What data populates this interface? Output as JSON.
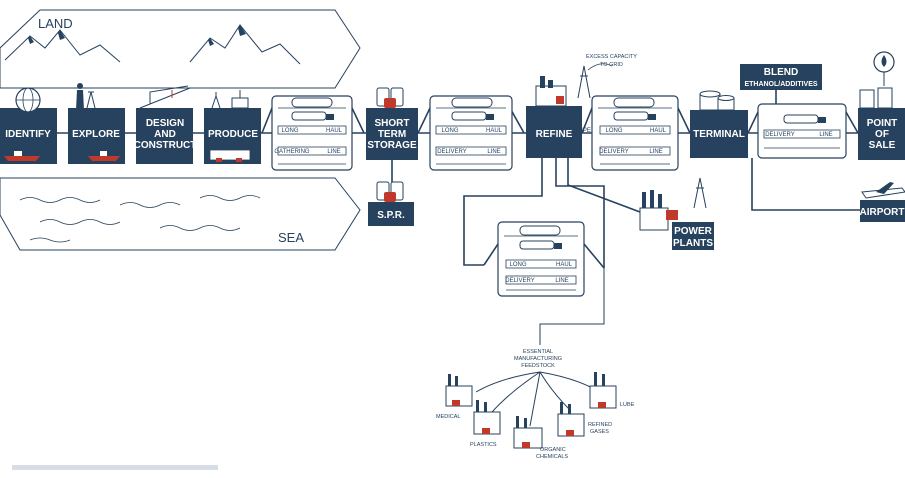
{
  "zones": {
    "land": "LAND",
    "sea": "SEA"
  },
  "stages": {
    "identify": "IDENTIFY",
    "explore": "EXPLORE",
    "design": [
      "DESIGN",
      "AND",
      "CONSTRUCT"
    ],
    "produce": "PRODUCE",
    "short_term_storage": [
      "SHORT",
      "TERM",
      "STORAGE"
    ],
    "spr": "S.P.R.",
    "refine": "REFINE",
    "terminal": "TERMINAL",
    "point_of_sale": [
      "POINT",
      "OF",
      "SALE"
    ],
    "airport": "AIRPORT",
    "power_plants": [
      "POWER",
      "PLANTS"
    ],
    "blend": [
      "BLEND",
      "ETHANOL/ADDITIVES"
    ]
  },
  "transport": {
    "long": "LONG",
    "haul": "HAUL",
    "gathering": "GATHERING",
    "delivery": "DELIVERY",
    "line": "LINE",
    "pipe": "PIPE"
  },
  "annotations": {
    "excess_capacity": [
      "EXCESS CAPACITY",
      "TO GRID"
    ],
    "feedstock": [
      "ESSENTIAL",
      "MANUFACTURING",
      "FEEDSTOCK"
    ],
    "medical": "MEDICAL",
    "plastics": "PLASTICS",
    "organic_chemicals": [
      "ORGANIC",
      "CHEMICALS"
    ],
    "refined_gases": [
      "REFINED",
      "GASES"
    ],
    "lube": "LUBE"
  },
  "colors": {
    "navy": "#27425e",
    "accent_red": "#c0392b"
  },
  "icons": [
    "globe-icon",
    "surveyor-icon",
    "crane-icon",
    "oil-rig-icon",
    "oil-drum-icon",
    "tanker-truck-icon",
    "rail-tanker-icon",
    "refinery-icon",
    "storage-tank-icon",
    "fuel-pump-icon",
    "airplane-icon",
    "factory-icon",
    "power-pylon-icon",
    "fuel-drop-icon",
    "mountain-icon",
    "ship-icon"
  ]
}
